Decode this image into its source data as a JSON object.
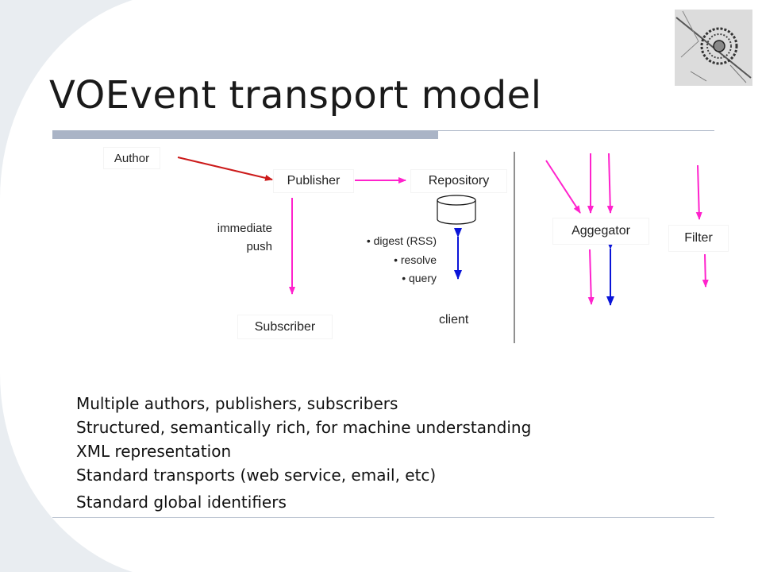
{
  "slide": {
    "title": "VOEvent transport model",
    "colors": {
      "red_arrow": "#cc1a1a",
      "pink_arrow": "#ff22cc",
      "blue_arrow": "#0a14d8",
      "rule": "#aab4c6"
    }
  },
  "diagram": {
    "author": "Author",
    "publisher": "Publisher",
    "repository": "Repository",
    "subscriber": "Subscriber",
    "immediate_line1": "immediate",
    "immediate_line2": "push",
    "client_ops": [
      "• digest (RSS)",
      "• resolve",
      "• query"
    ],
    "client": "client",
    "aggregator": "Aggegator",
    "filter": "Filter"
  },
  "bullets": [
    "Multiple authors, publishers, subscribers",
    "Structured, semantically rich, for machine understanding",
    "XML representation",
    "Standard transports (web service, email, etc)",
    "Standard global identifiers"
  ]
}
